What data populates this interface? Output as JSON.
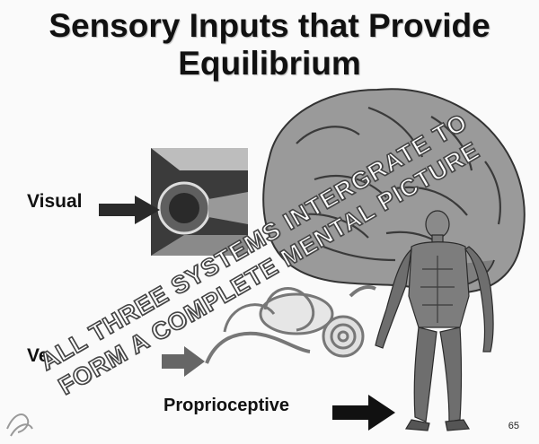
{
  "slide": {
    "title_line1": "Sensory Inputs that Provide",
    "title_line2": "Equilibrium",
    "labels": {
      "visual": "Visual",
      "vestibular_partial": "Ve",
      "proprioceptive": "Proprioceptive"
    },
    "page_number": "65"
  },
  "watermark": {
    "line1": "ALL THREE SYSTEMS INTERGRATE TO",
    "line2": "FORM A COMPLETE MENTAL PICTURE"
  },
  "illustrations": {
    "brain": "brain-illustration",
    "eye": "eye-cross-section",
    "inner_ear": "inner-ear-illustration",
    "body": "muscular-body-illustration",
    "arrows": "arrow-right-icon"
  }
}
